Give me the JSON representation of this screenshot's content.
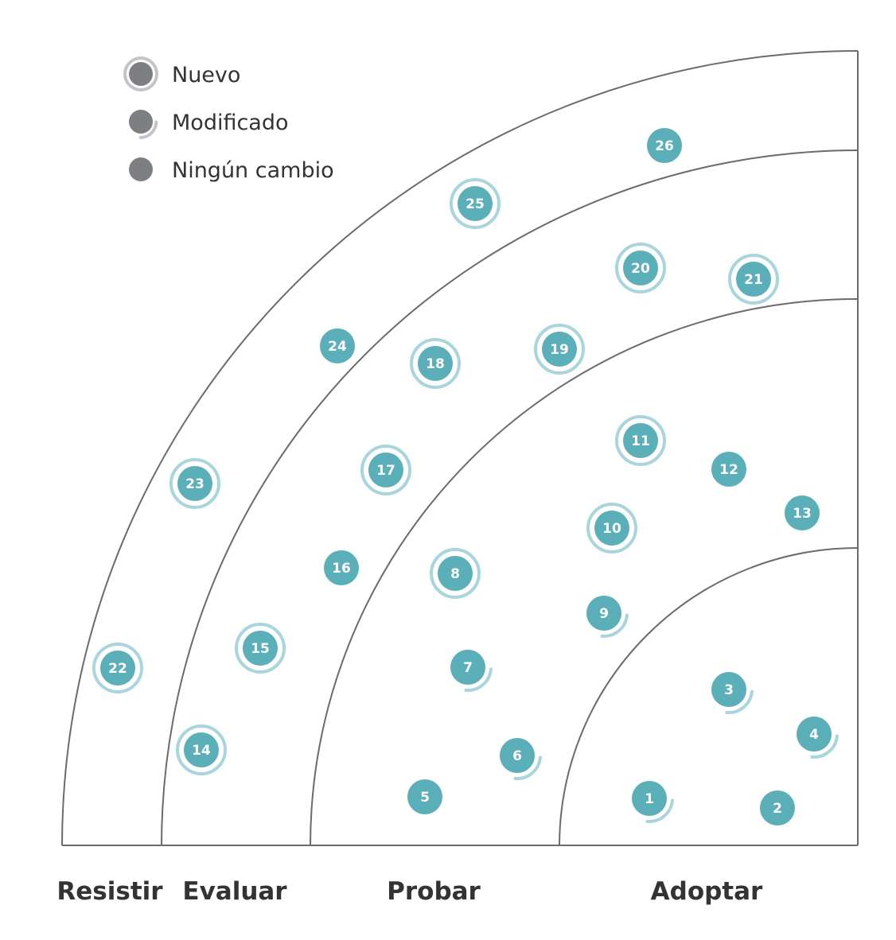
{
  "colors": {
    "blip": "#5aafb8",
    "blip_ring": "#a9d5dc",
    "legend_gray": "#7d7f82",
    "legend_ring": "#c3c4c6",
    "lines": "#6b6b6b",
    "text": "#333333"
  },
  "legend": {
    "new_label": "Nuevo",
    "changed_label": "Modificado",
    "nochange_label": "Ningún cambio"
  },
  "rings": {
    "resist": "Resistir",
    "evaluate": "Evaluar",
    "trial": "Probar",
    "adopt": "Adoptar"
  },
  "blips": [
    {
      "label": "1",
      "ring": "Adoptar",
      "status": "changed"
    },
    {
      "label": "2",
      "ring": "Adoptar",
      "status": "none"
    },
    {
      "label": "3",
      "ring": "Adoptar",
      "status": "changed"
    },
    {
      "label": "4",
      "ring": "Adoptar",
      "status": "changed"
    },
    {
      "label": "5",
      "ring": "Probar",
      "status": "none"
    },
    {
      "label": "6",
      "ring": "Probar",
      "status": "changed"
    },
    {
      "label": "7",
      "ring": "Probar",
      "status": "changed"
    },
    {
      "label": "8",
      "ring": "Probar",
      "status": "new"
    },
    {
      "label": "9",
      "ring": "Probar",
      "status": "changed"
    },
    {
      "label": "10",
      "ring": "Probar",
      "status": "new"
    },
    {
      "label": "11",
      "ring": "Probar",
      "status": "new"
    },
    {
      "label": "12",
      "ring": "Probar",
      "status": "none"
    },
    {
      "label": "13",
      "ring": "Probar",
      "status": "none"
    },
    {
      "label": "14",
      "ring": "Evaluar",
      "status": "new"
    },
    {
      "label": "15",
      "ring": "Evaluar",
      "status": "new"
    },
    {
      "label": "16",
      "ring": "Evaluar",
      "status": "none"
    },
    {
      "label": "17",
      "ring": "Evaluar",
      "status": "new"
    },
    {
      "label": "18",
      "ring": "Evaluar",
      "status": "new"
    },
    {
      "label": "19",
      "ring": "Evaluar",
      "status": "new"
    },
    {
      "label": "20",
      "ring": "Evaluar",
      "status": "new"
    },
    {
      "label": "21",
      "ring": "Evaluar",
      "status": "new"
    },
    {
      "label": "22",
      "ring": "Resistir",
      "status": "new"
    },
    {
      "label": "23",
      "ring": "Resistir",
      "status": "new"
    },
    {
      "label": "24",
      "ring": "Resistir",
      "status": "none"
    },
    {
      "label": "25",
      "ring": "Resistir",
      "status": "new"
    },
    {
      "label": "26",
      "ring": "Resistir",
      "status": "none"
    }
  ]
}
